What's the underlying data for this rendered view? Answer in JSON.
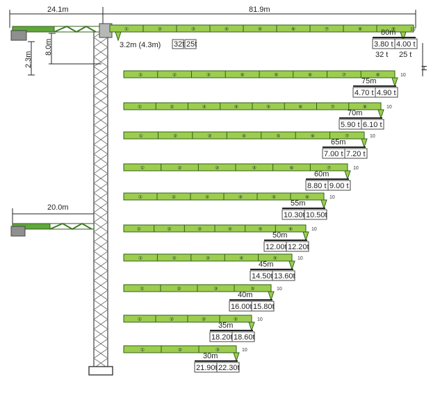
{
  "colors": {
    "jib_green": "#9ccd4f",
    "lattice_green": "#5fa83a",
    "line": "#222222",
    "mast_gray": "#888888"
  },
  "dimensions": {
    "counter_jib_main": "24.1m",
    "jib_main": "81.9m",
    "trolley_offset": "3.2m (4.3m)",
    "cab_height_a": "2.3m",
    "cab_height_b": "8.0m",
    "counter_jib_short": "20.0m",
    "hook_height": "H"
  },
  "top_load": {
    "a": "32t",
    "b": "25t"
  },
  "configurations": [
    {
      "length": "80m",
      "tip_load_a": "3.80 t",
      "tip_load_b": "4.00 t",
      "sub_a": "32 t",
      "sub_b": "25 t",
      "sections": [
        "①",
        "②",
        "③",
        "④",
        "⑤",
        "⑥",
        "⑦",
        "⑧",
        "⑨"
      ],
      "end_label": "10"
    },
    {
      "length": "75m",
      "tip_load_a": "4.70 t",
      "tip_load_b": "4.90 t",
      "sections": [
        "①",
        "②",
        "③",
        "④",
        "⑤",
        "⑥",
        "⑦",
        "⑧"
      ],
      "end_label": "10"
    },
    {
      "length": "70m",
      "tip_load_a": "5.90 t",
      "tip_load_b": "6.10 t",
      "sections": [
        "①",
        "②",
        "③",
        "④",
        "⑤",
        "⑥",
        "⑦",
        "⑧"
      ],
      "end_label": "10"
    },
    {
      "length": "65m",
      "tip_load_a": "7.00 t",
      "tip_load_b": "7.20 t",
      "sections": [
        "①",
        "②",
        "③",
        "④",
        "⑤",
        "⑥",
        "⑦"
      ],
      "end_label": "10"
    },
    {
      "length": "60m",
      "tip_load_a": "8.80 t",
      "tip_load_b": "9.00 t",
      "sections": [
        "①",
        "②",
        "③",
        "⑤",
        "⑥",
        "⑦"
      ],
      "end_label": "10"
    },
    {
      "length": "55m",
      "tip_load_a": "10.30t",
      "tip_load_b": "10.50t",
      "sections": [
        "①",
        "②",
        "③",
        "④",
        "⑤",
        "⑥"
      ],
      "end_label": "10"
    },
    {
      "length": "50m",
      "tip_load_a": "12.00t",
      "tip_load_b": "12.20t",
      "sections": [
        "①",
        "②",
        "③",
        "④",
        "⑤",
        "⑥"
      ],
      "end_label": "10"
    },
    {
      "length": "45m",
      "tip_load_a": "14.50t",
      "tip_load_b": "13.60t",
      "sections": [
        "①",
        "②",
        "③",
        "④",
        "⑤"
      ],
      "end_label": "10"
    },
    {
      "length": "40m",
      "tip_load_a": "16.00t",
      "tip_load_b": "15.80t",
      "sections": [
        "①",
        "②",
        "③",
        "⑤"
      ],
      "end_label": "10"
    },
    {
      "length": "35m",
      "tip_load_a": "18.20t",
      "tip_load_b": "18.60t",
      "sections": [
        "①",
        "②",
        "③",
        "⑤"
      ],
      "end_label": "10"
    },
    {
      "length": "30m",
      "tip_load_a": "21.90t",
      "tip_load_b": "22.30t",
      "sections": [
        "①",
        "②",
        "③"
      ],
      "end_label": "10"
    }
  ]
}
